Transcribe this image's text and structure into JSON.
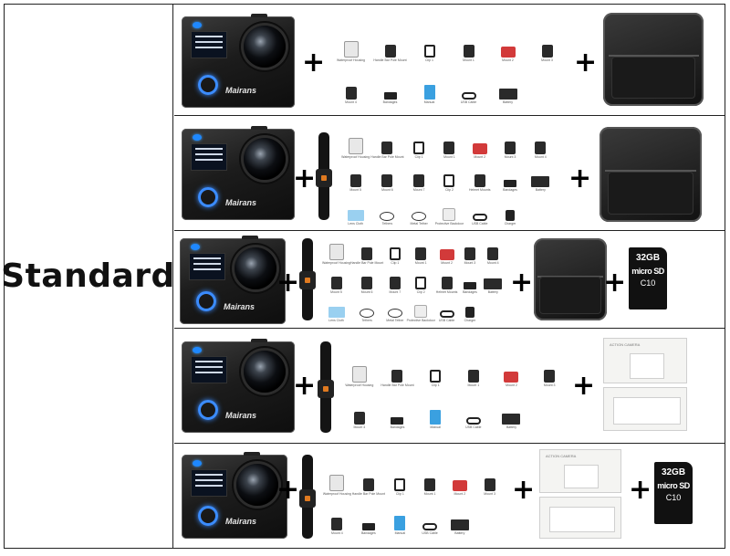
{
  "label": "Standard",
  "plus": "+",
  "camera": {
    "brand": "Mairans"
  },
  "sd": {
    "capacity": "32GB",
    "logo": "micro SD",
    "class": "C10"
  },
  "box": {
    "header": "ACTION CAMERA"
  },
  "rows": [
    {
      "accessories": [
        "Waterproof Housing",
        "Handle Bar Pole Mount",
        "Clip 1",
        "Mount 1",
        "Mount 2",
        "Mount 3",
        "Mount 4",
        "Bandages",
        "Manual",
        "USB Cable",
        "Battery"
      ]
    },
    {
      "accessories": [
        "Waterproof Housing",
        "Handle Bar Pole Mount",
        "Clip 1",
        "Mount 1",
        "Mount 2",
        "Mount 3",
        "Mount 4",
        "Mount 5",
        "Mount 6",
        "Mount 7",
        "Clip 2",
        "Helmet Mounts",
        "Bandages",
        "Battery",
        "Lens Cloth",
        "Tethers",
        "Metal Tether",
        "Protective Backdoor",
        "USB Cable",
        "Charger"
      ]
    },
    {
      "accessories": [
        "Waterproof Housing",
        "Handle Bar Pole Mount",
        "Clip 1",
        "Mount 1",
        "Mount 2",
        "Mount 3",
        "Mount 4",
        "Mount 5",
        "Mount 6",
        "Mount 7",
        "Clip 2",
        "Helmet Mounts",
        "Bandages",
        "Battery",
        "Lens Cloth",
        "Tethers",
        "Metal Tether",
        "Protective Backdoor",
        "USB Cable",
        "Charger"
      ]
    },
    {
      "accessories": [
        "Waterproof Housing",
        "Handle Bar Pole Mount",
        "Clip 1",
        "Mount 1",
        "Mount 2",
        "Mount 3",
        "Mount 4",
        "Bandages",
        "Manual",
        "USB Cable",
        "Battery"
      ]
    },
    {
      "accessories": [
        "Waterproof Housing",
        "Handle Bar Pole Mount",
        "Clip 1",
        "Mount 1",
        "Mount 2",
        "Mount 3",
        "Mount 4",
        "Bandages",
        "Manual",
        "USB Cable",
        "Battery"
      ]
    }
  ]
}
